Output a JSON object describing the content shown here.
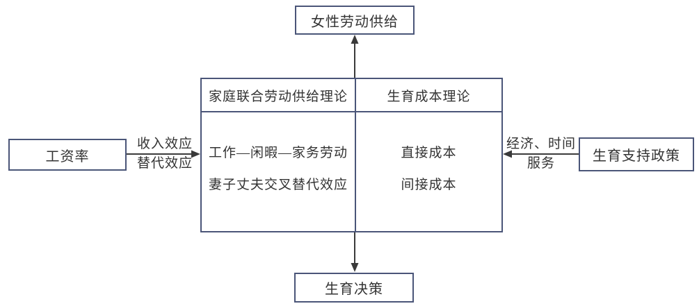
{
  "diagram": {
    "top_box_label": "女性劳动供给",
    "bottom_box_label": "生育决策",
    "left_box_label": "工资率",
    "right_box_label": "生育支持政策",
    "center_table": {
      "left_header": "家庭联合劳动供给理论",
      "right_header": "生育成本理论",
      "left_items": [
        "工作—闲暇—家务劳动",
        "妻子丈夫交叉替代效应"
      ],
      "right_items": [
        "直接成本",
        "间接成本"
      ]
    },
    "left_arrow_labels": {
      "top": "收入效应",
      "bottom": "替代效应"
    },
    "right_arrow_labels": {
      "top": "经济、时间",
      "bottom": "服务"
    },
    "colors": {
      "box_border": "#4a5578",
      "arrow": "#3a3a3a",
      "text": "#333333",
      "background": "#ffffff"
    }
  }
}
